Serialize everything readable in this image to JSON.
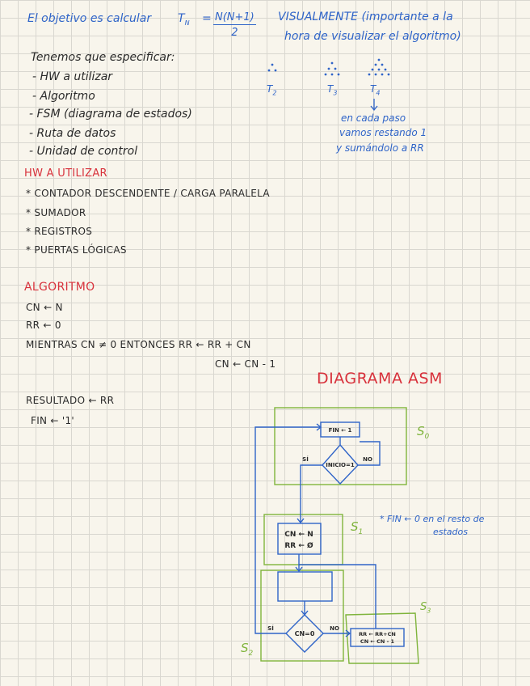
{
  "header": {
    "objective_prefix": "El objetivo es calcular",
    "tn_label": "T",
    "tn_sub": "N",
    "equals": "=",
    "numerator": "N(N+1)",
    "denominator": "2",
    "visual_line1": "VISUALMENTE (importante a la",
    "visual_line2": "hora de visualizar el algoritmo)"
  },
  "specify": {
    "title": "Tenemos que especificar:",
    "items": [
      "- HW a utilizar",
      "- Algoritmo",
      "- FSM (diagrama de estados)",
      "- Ruta de datos",
      "- Unidad de control"
    ]
  },
  "triangles": {
    "labels": [
      "T",
      "T",
      "T"
    ],
    "subs": [
      "2",
      "3",
      "4"
    ],
    "note_line1": "en cada paso",
    "note_line2": "vamos restando 1",
    "note_line3": "y sumándolo a RR"
  },
  "hw": {
    "title": "HW A UTILIZAR",
    "items": [
      "* CONTADOR DESCENDENTE / CARGA PARALELA",
      "* SUMADOR",
      "* REGISTROS",
      "* PUERTAS LÓGICAS"
    ]
  },
  "algorithm": {
    "title": "ALGORITMO",
    "line1": "CN ← N",
    "line2": "RR ← 0",
    "line3": "MIENTRAS CN ≠ 0 ENTONCES RR ← RR + CN",
    "line4": "CN ← CN - 1",
    "line5": "RESULTADO ← RR",
    "line6": "FIN ← '1'"
  },
  "asm": {
    "title": "DIAGRAMA ASM",
    "s0_box": "FIN ← 1",
    "s0_decision": "INICIO=1",
    "s0_yes": "SÍ",
    "s0_no": "NO",
    "s0_label": "S",
    "s0_sub": "0",
    "s1_box_line1": "CN ← N",
    "s1_box_line2": "RR ← Ø",
    "s1_label": "S",
    "s1_sub": "1",
    "s2_label": "S",
    "s2_sub": "2",
    "s2_decision": "CN=0",
    "s2_yes": "SÍ",
    "s2_no": "NO",
    "s3_box_line1": "RR ← RR+CN",
    "s3_box_line2": "CN ← CN - 1",
    "s3_label": "S",
    "s3_sub": "3",
    "note_line1": "* FIN ← 0 en el resto de",
    "note_line2": "estados"
  },
  "colors": {
    "blue": "#2f64c8",
    "red": "#d8323c",
    "green": "#7fb43c",
    "ink": "#2a2a2a",
    "paper": "#f8f5ec"
  }
}
